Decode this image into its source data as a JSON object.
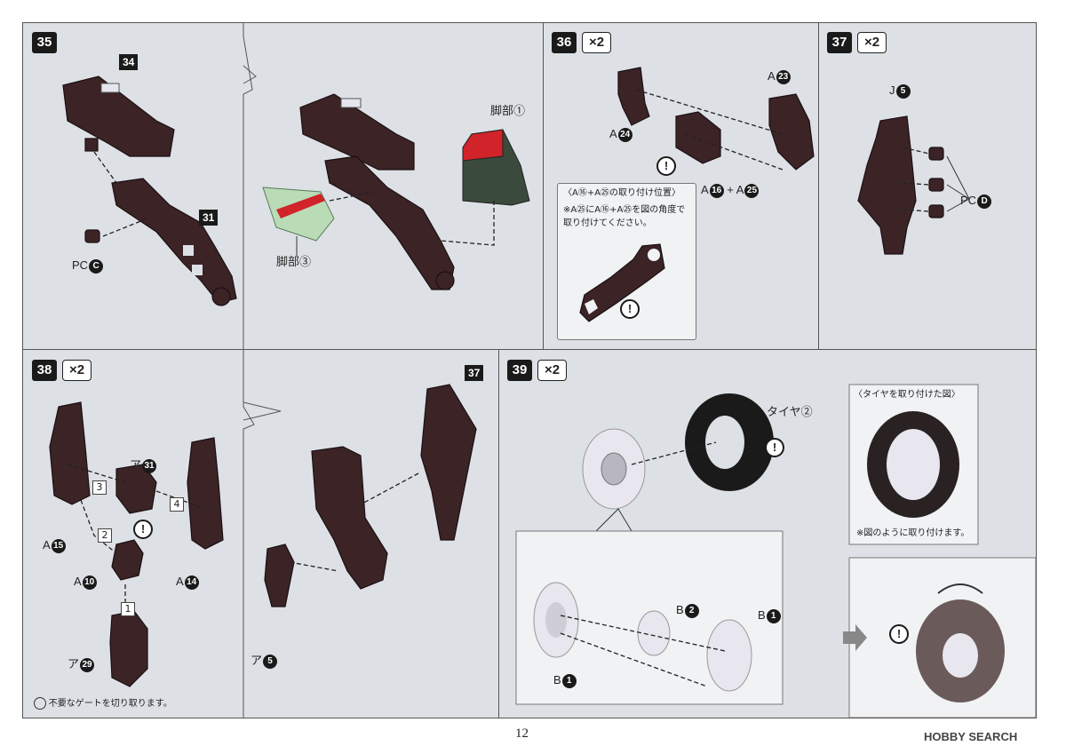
{
  "page_number": "12",
  "brand": "HOBBY SEARCH",
  "steps": {
    "s35": {
      "num": "35",
      "parts": {
        "p34": "34",
        "p31": "31"
      },
      "pc": {
        "prefix": "PC",
        "id": "C"
      },
      "leg1": "脚部①",
      "leg3": "脚部③"
    },
    "s36": {
      "num": "36",
      "mult": "×2",
      "a23": {
        "prefix": "A",
        "id": "23"
      },
      "a24": {
        "prefix": "A",
        "id": "24"
      },
      "a16": {
        "prefix": "A",
        "id": "16"
      },
      "plus": "+",
      "a25": {
        "prefix": "A",
        "id": "25"
      },
      "warn": "!",
      "inset_title": "〈A⑯+A㉕の取り付け位置〉",
      "inset_note_1": "※A㉕にA⑯+A㉕を図の角度で",
      "inset_note_2": "取り付けてください。"
    },
    "s37": {
      "num": "37",
      "mult": "×2",
      "j5": {
        "prefix": "J",
        "id": "5"
      },
      "pcd": {
        "prefix": "PC",
        "id": "D"
      }
    },
    "s38": {
      "num": "38",
      "mult": "×2",
      "a31": {
        "prefix": "ア",
        "id": "31"
      },
      "a15": {
        "prefix": "A",
        "id": "15"
      },
      "a10": {
        "prefix": "A",
        "id": "10"
      },
      "a14": {
        "prefix": "A",
        "id": "14"
      },
      "a29": {
        "prefix": "ア",
        "id": "29"
      },
      "a5": {
        "prefix": "ア",
        "id": "5"
      },
      "part37": "37",
      "seq": [
        "1",
        "2",
        "3",
        "4"
      ],
      "warn": "!",
      "gate_note": "不要なゲートを切り取ります。"
    },
    "s39": {
      "num": "39",
      "mult": "×2",
      "tire": "タイヤ②",
      "inset_title": "〈タイヤを取り付けた図〉",
      "inset_note": "※図のように取り付けます。",
      "b1a": {
        "prefix": "B",
        "id": "1"
      },
      "b2": {
        "prefix": "B",
        "id": "2"
      },
      "b1b": {
        "prefix": "B",
        "id": "1"
      },
      "warn": "!"
    }
  },
  "colors": {
    "part_dark": "#3b2326",
    "background": "#dde1e6",
    "accent_red": "#d0232a",
    "accent_green": "#b9dcb7",
    "wheel_light": "#e8e6ee",
    "tire_dark": "#1a1a1a"
  }
}
